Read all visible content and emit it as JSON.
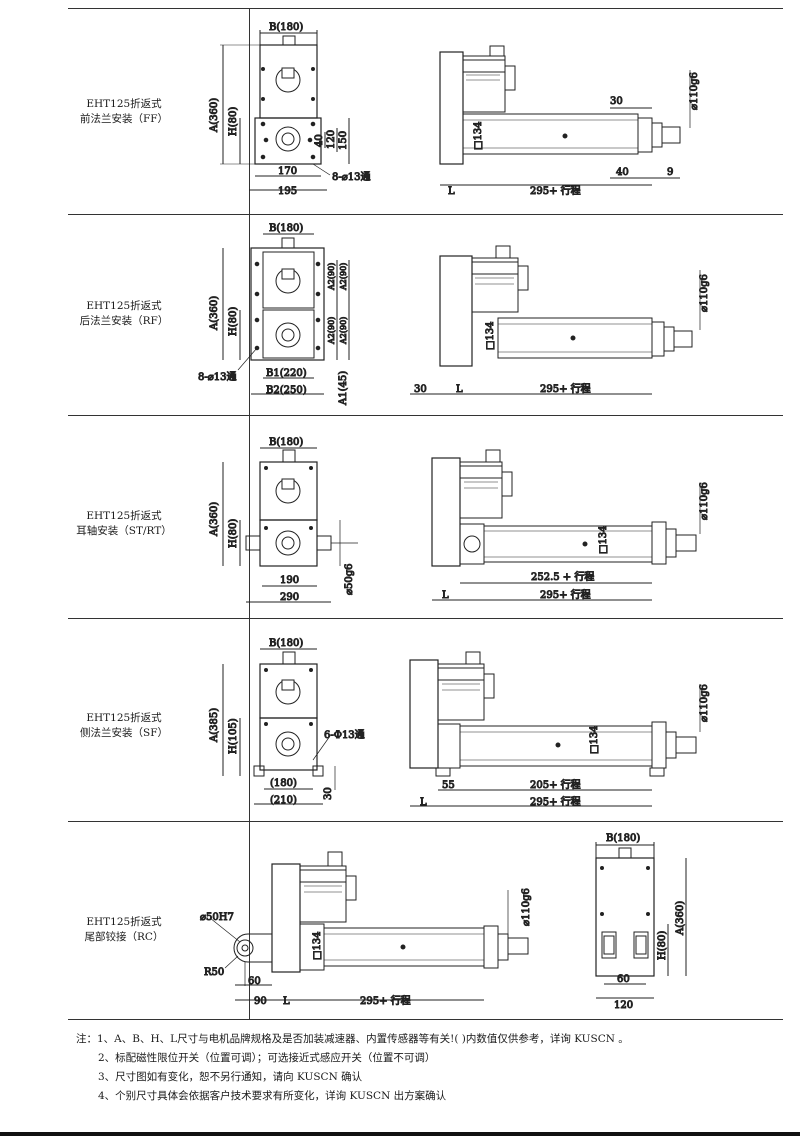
{
  "sections": [
    {
      "label_line1": "EHT125折返式",
      "label_line2": "前法兰安装（FF）",
      "dims": [
        "B(180)",
        "A(360)",
        "H(80)",
        "40",
        "120",
        "150",
        "170",
        "195",
        "8-⌀13通",
        "30",
        "⌀110g6",
        "□134",
        "40",
        "9",
        "L",
        "295+ 行程"
      ]
    },
    {
      "label_line1": "EHT125折返式",
      "label_line2": "后法兰安装（RF）",
      "dims": [
        "B(180)",
        "A(360)",
        "H(80)",
        "A2(90)",
        "A2(90)",
        "A2(90)",
        "A2(90)",
        "8-⌀13通",
        "B1(220)",
        "B2(250)",
        "A1(45)",
        "⌀110g6",
        "□134",
        "30",
        "L",
        "295+ 行程"
      ]
    },
    {
      "label_line1": "EHT125折返式",
      "label_line2": "耳轴安装（ST/RT）",
      "dims": [
        "B(180)",
        "A(360)",
        "H(80)",
        "190",
        "290",
        "⌀50g6",
        "⌀110g6",
        "□134",
        "252.5 + 行程",
        "L",
        "295+ 行程"
      ]
    },
    {
      "label_line1": "EHT125折返式",
      "label_line2": "侧法兰安装（SF）",
      "dims": [
        "B(180)",
        "A(385)",
        "H(105)",
        "6-Φ13通",
        "(180)",
        "(210)",
        "30",
        "⌀110g6",
        "□134",
        "55",
        "205+ 行程",
        "L",
        "295+ 行程"
      ]
    },
    {
      "label_line1": "EHT125折返式",
      "label_line2": "尾部铰接（RC）",
      "dims": [
        "⌀50H7",
        "R50",
        "60",
        "90",
        "L",
        "⌀110g6",
        "□134",
        "295+ 行程",
        "B(180)",
        "H(80)",
        "A(360)",
        "60",
        "120"
      ]
    }
  ],
  "notes": [
    "注：1、A、B、H、L尺寸与电机品牌规格及是否加装减速器、内置传感器等有关!( )内数值仅供参考，详询  KUSCN 。",
    "2、标配磁性限位开关（位置可调）；可选接近式感应开关（位置不可调）",
    "3、尺寸图如有变化，恕不另行通知，请向  KUSCN 确认",
    "4、个别尺寸具体会依据客户技术要求有所变化，详询  KUSCN 出方案确认"
  ]
}
